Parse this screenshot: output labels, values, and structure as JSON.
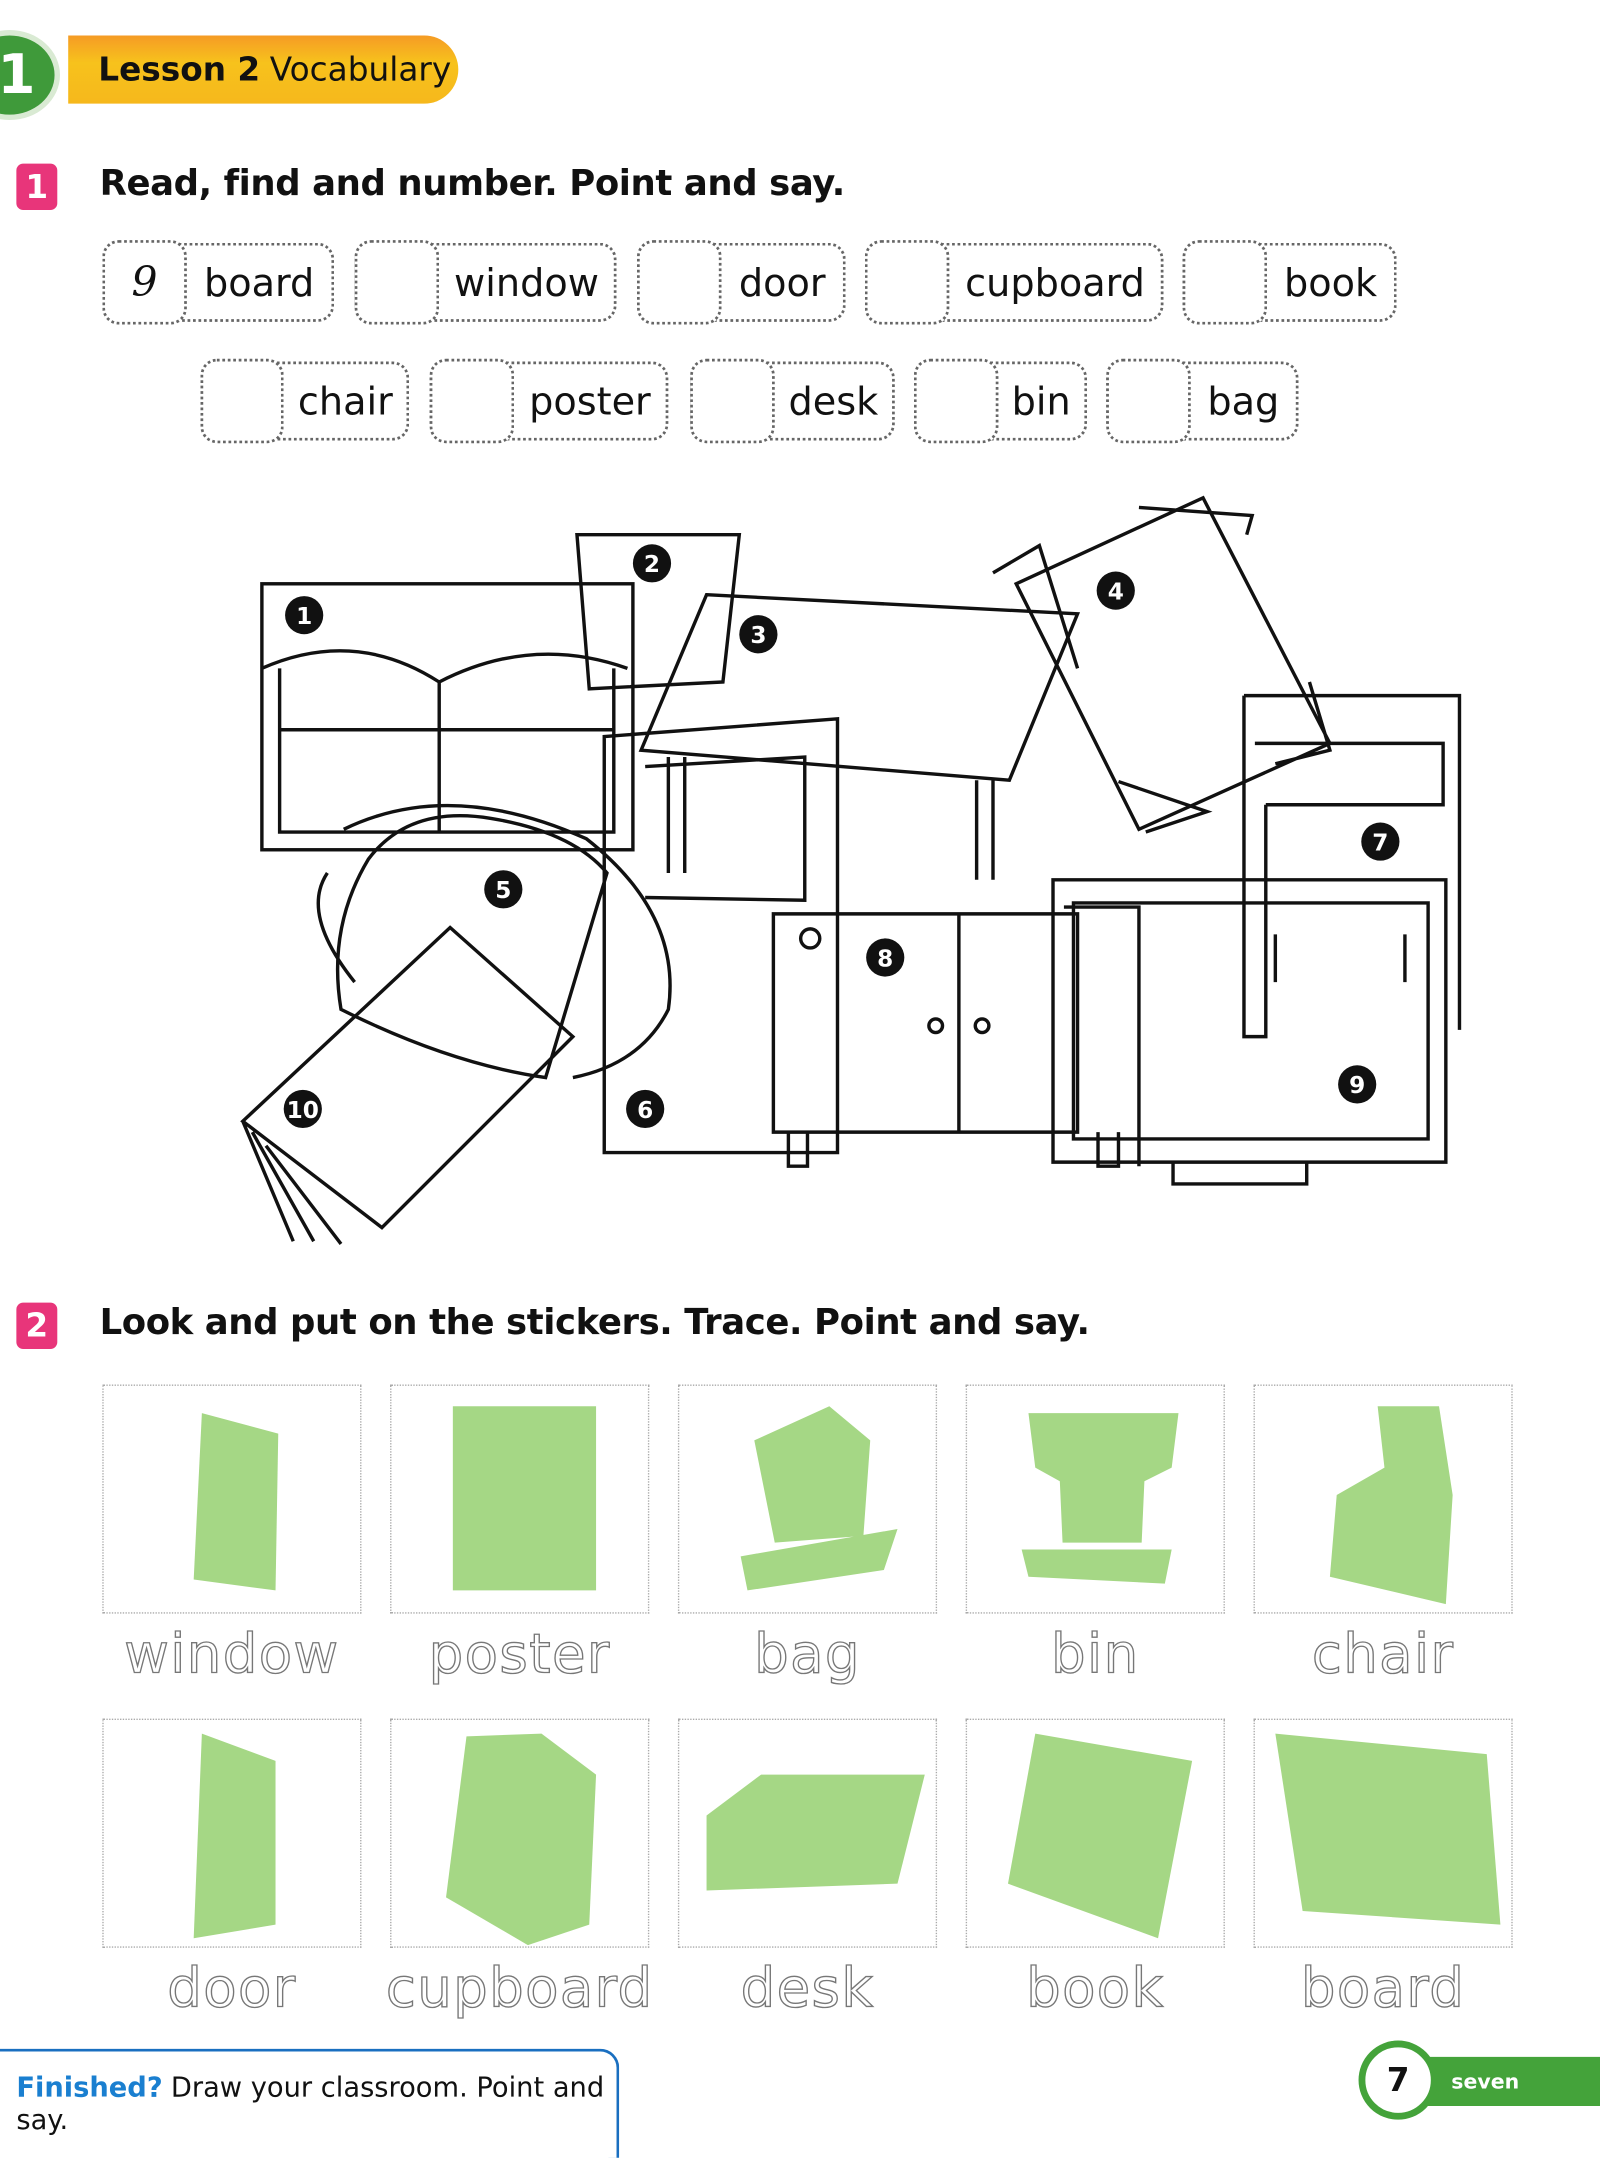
{
  "header": {
    "unit_number": "1",
    "lesson_label": "Lesson 2",
    "lesson_topic": "Vocabulary"
  },
  "exercise1": {
    "number": "1",
    "title": "Read, find and number. Point and say.",
    "words": [
      {
        "answer": "9",
        "word": "board"
      },
      {
        "answer": "",
        "word": "window"
      },
      {
        "answer": "",
        "word": "door"
      },
      {
        "answer": "",
        "word": "cupboard"
      },
      {
        "answer": "",
        "word": "book"
      },
      {
        "answer": "",
        "word": "chair"
      },
      {
        "answer": "",
        "word": "poster"
      },
      {
        "answer": "",
        "word": "desk"
      },
      {
        "answer": "",
        "word": "bin"
      },
      {
        "answer": "",
        "word": "bag"
      }
    ],
    "picture_numbers": [
      "1",
      "2",
      "3",
      "4",
      "5",
      "6",
      "7",
      "8",
      "9",
      "10"
    ]
  },
  "exercise2": {
    "number": "2",
    "title": "Look and put on the stickers. Trace. Point and say.",
    "stickers": [
      "window",
      "poster",
      "bag",
      "bin",
      "chair",
      "door",
      "cupboard",
      "desk",
      "book",
      "board"
    ],
    "sticker_color": "#a5d785"
  },
  "footer": {
    "finished_label": "Finished?",
    "finished_text": "Draw your classroom. Point and say.",
    "page_number": "7",
    "page_word": "seven"
  }
}
